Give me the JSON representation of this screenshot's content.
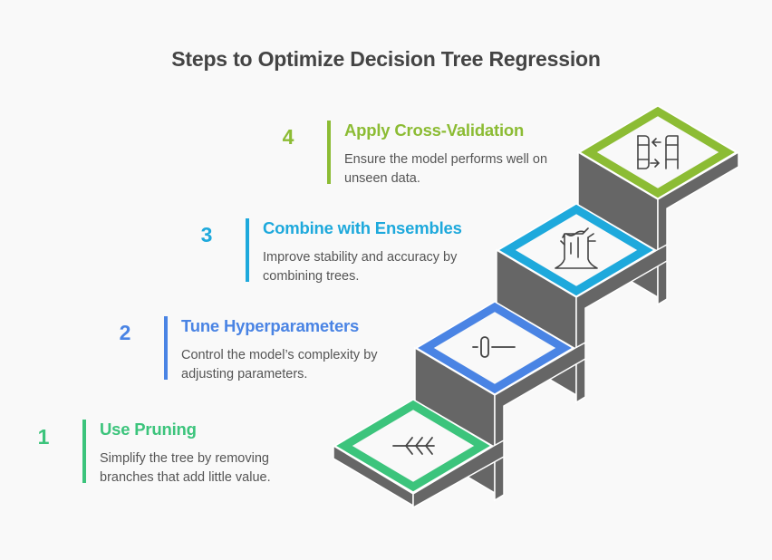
{
  "title": "Steps to Optimize Decision Tree Regression",
  "colors": {
    "background": "#f9f9f9",
    "title": "#444444",
    "description": "#555555",
    "block_side": "#666666",
    "block_edge": "#ffffff"
  },
  "steps": [
    {
      "number": "1",
      "heading": "Use Pruning",
      "description": "Simplify the tree by removing branches that add little value.",
      "color": "#3cc47c",
      "icon": "pruning-branch-icon"
    },
    {
      "number": "2",
      "heading": "Tune Hyperparameters",
      "description": "Control the model’s complexity by adjusting parameters.",
      "color": "#4a84e4",
      "icon": "slider-icon"
    },
    {
      "number": "3",
      "heading": "Combine with Ensembles",
      "description": "Improve stability and accuracy by combining trees.",
      "color": "#1ea9dc",
      "icon": "tree-stump-icon"
    },
    {
      "number": "4",
      "heading": "Apply Cross-Validation",
      "description": "Ensure the model performs well on unseen data.",
      "color": "#8cbc34",
      "icon": "data-exchange-icon"
    }
  ]
}
